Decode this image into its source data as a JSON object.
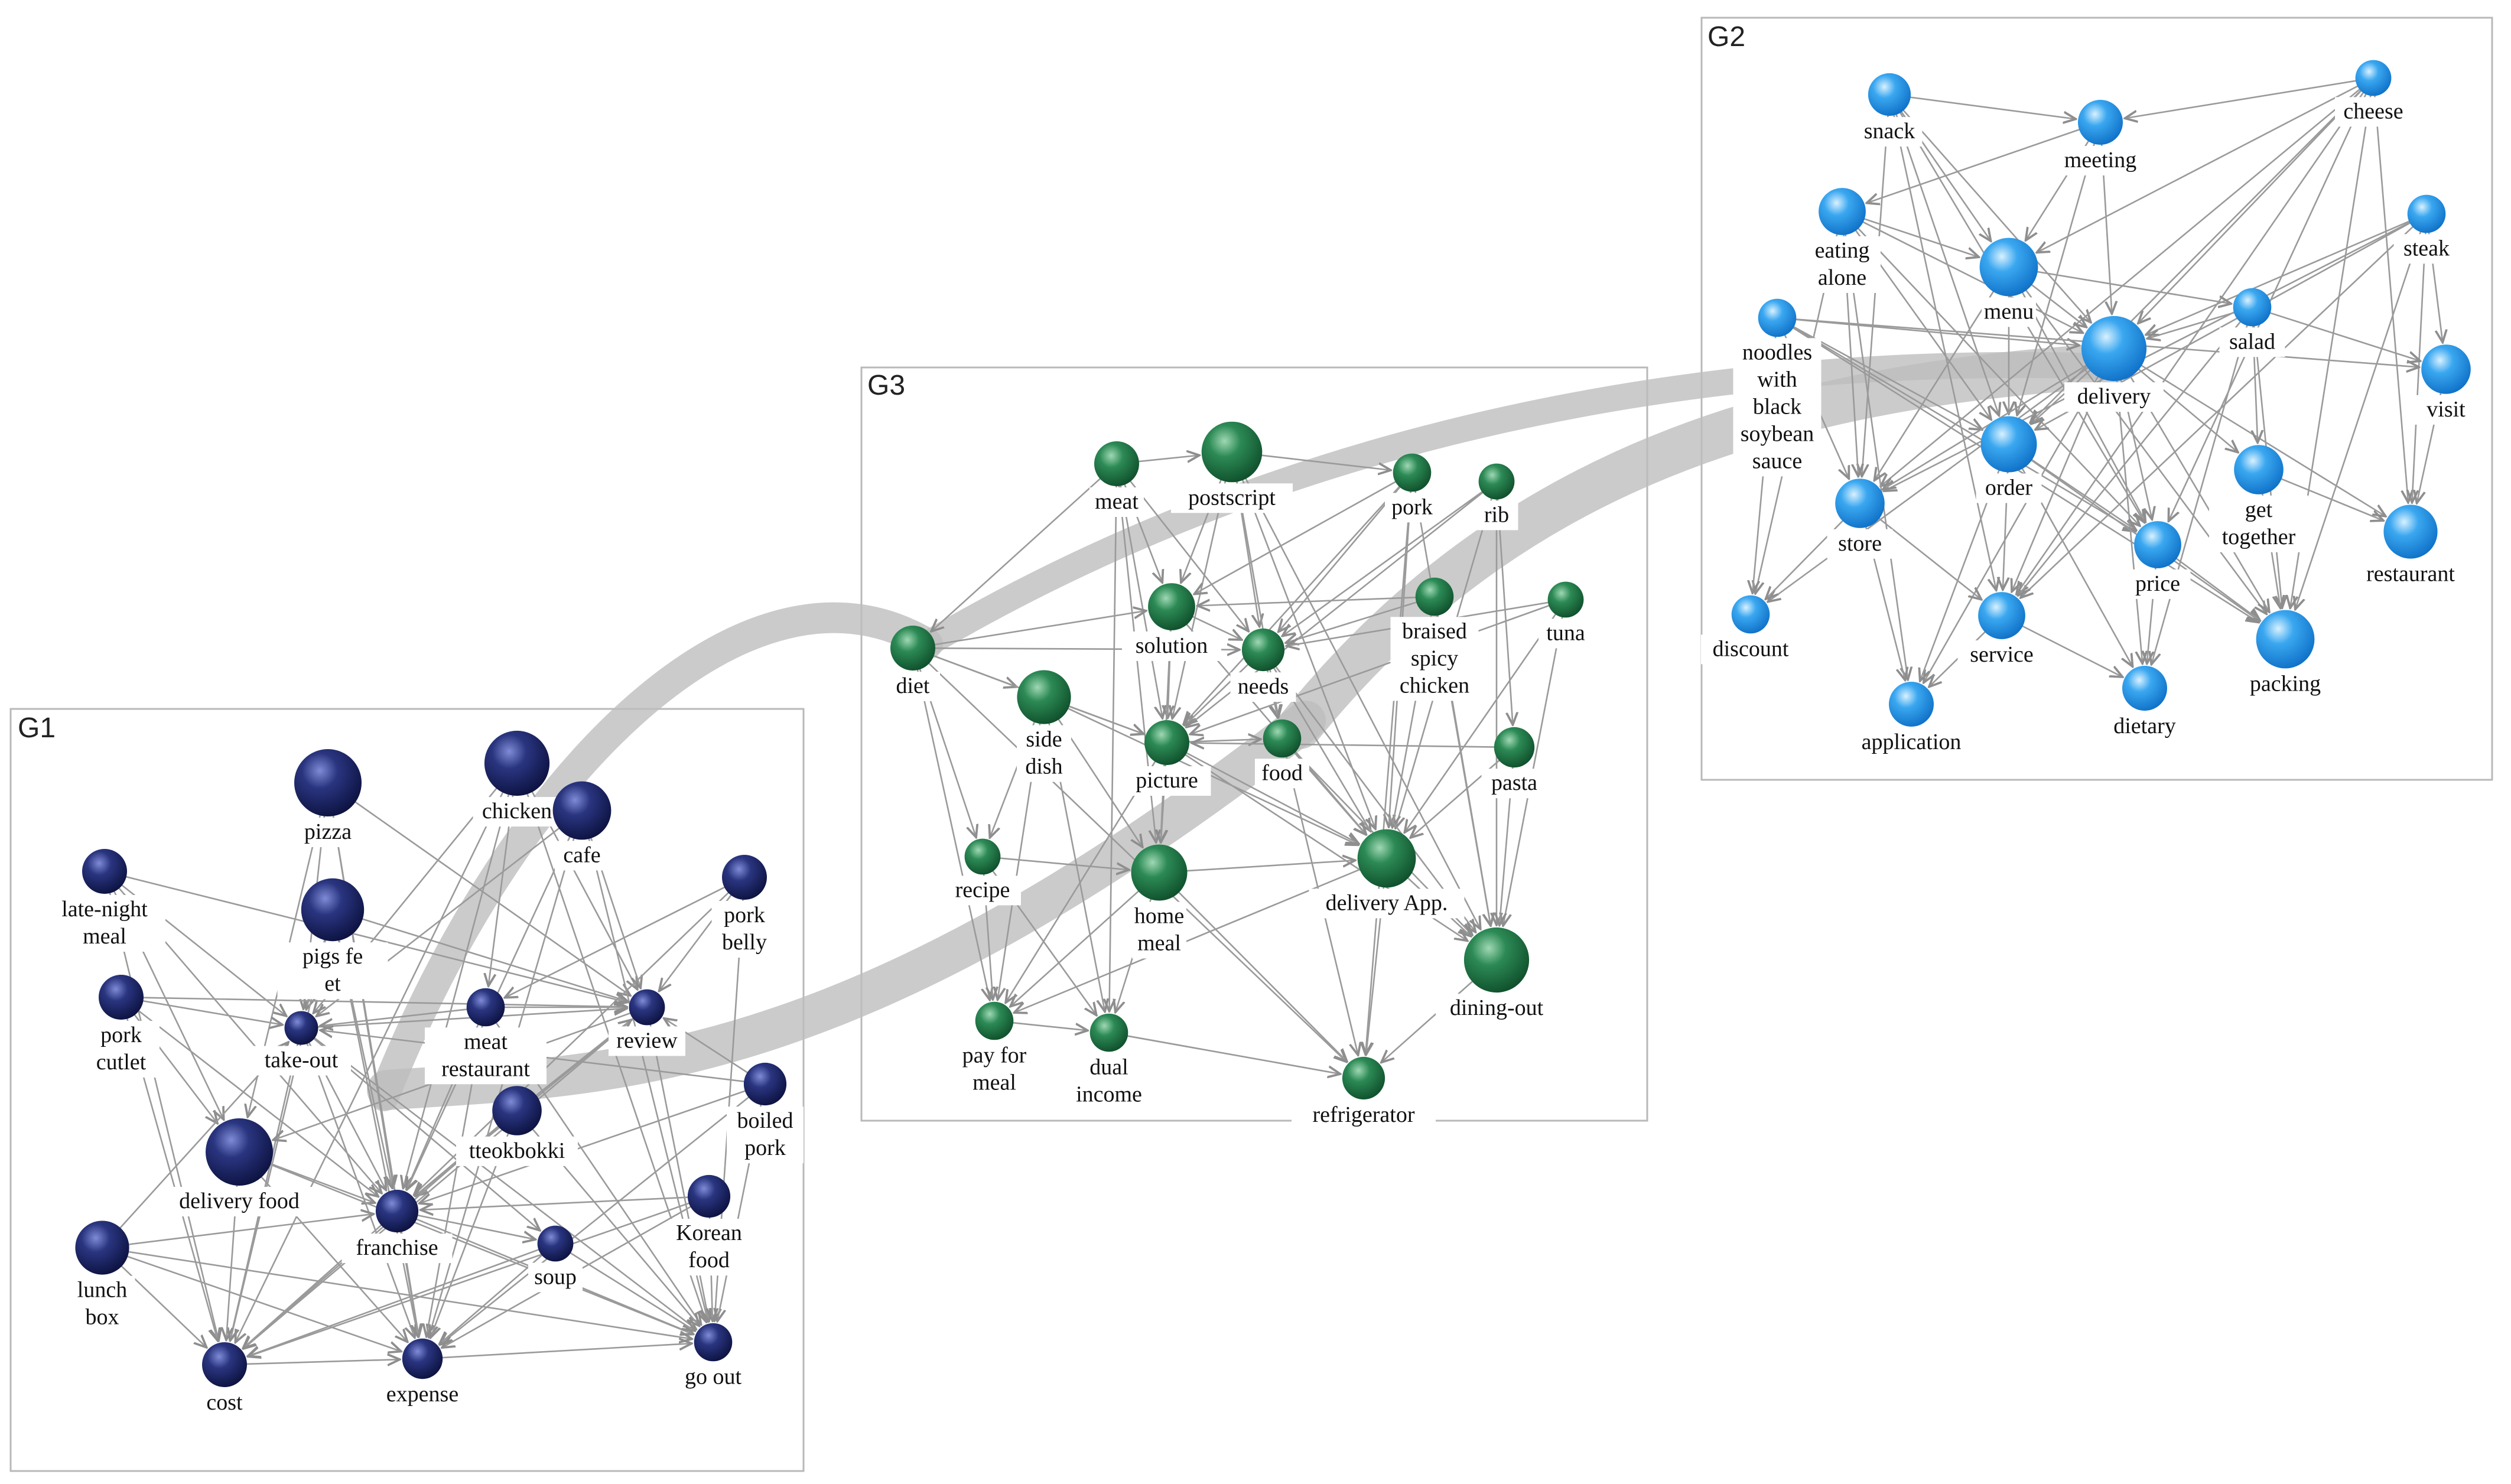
{
  "colors": {
    "G1": "#1f2a6b",
    "G2": "#2a98e6",
    "G3": "#1f7a47",
    "edge": "#9a9a9a",
    "band": "#bdbdbd"
  },
  "groups": [
    {
      "id": "G1",
      "label": "G1",
      "nodes": [
        {
          "id": "late-night meal",
          "lines": [
            "late-night",
            "meal"
          ],
          "size": 1.0
        },
        {
          "id": "pizza",
          "lines": [
            "pizza"
          ],
          "size": 1.5
        },
        {
          "id": "chicken",
          "lines": [
            "chicken"
          ],
          "size": 1.45
        },
        {
          "id": "cafe",
          "lines": [
            "cafe"
          ],
          "size": 1.3
        },
        {
          "id": "pork belly",
          "lines": [
            "pork",
            "belly"
          ],
          "size": 1.0
        },
        {
          "id": "pigs feet",
          "lines": [
            "pigs   fe",
            "et"
          ],
          "size": 1.4
        },
        {
          "id": "pork cutlet",
          "lines": [
            "pork",
            "cutlet"
          ],
          "size": 1.0
        },
        {
          "id": "take-out",
          "lines": [
            "take-out"
          ],
          "size": 0.75
        },
        {
          "id": "meat restaurant",
          "lines": [
            "meat",
            "restaurant"
          ],
          "size": 0.85
        },
        {
          "id": "review",
          "lines": [
            "review"
          ],
          "size": 0.8
        },
        {
          "id": "boiled pork",
          "lines": [
            "boiled",
            "pork"
          ],
          "size": 0.95
        },
        {
          "id": "tteokbokki",
          "lines": [
            "tteokbokki"
          ],
          "size": 1.1
        },
        {
          "id": "delivery food",
          "lines": [
            "delivery food"
          ],
          "size": 1.5
        },
        {
          "id": "franchise",
          "lines": [
            "franchise"
          ],
          "size": 0.95
        },
        {
          "id": "Korean food",
          "lines": [
            "Korean",
            "food"
          ],
          "size": 0.95
        },
        {
          "id": "lunch box",
          "lines": [
            "lunch",
            "box"
          ],
          "size": 1.2
        },
        {
          "id": "soup",
          "lines": [
            "soup"
          ],
          "size": 0.8
        },
        {
          "id": "cost",
          "lines": [
            "cost"
          ],
          "size": 1.0
        },
        {
          "id": "expense",
          "lines": [
            "expense"
          ],
          "size": 0.9
        },
        {
          "id": "go out",
          "lines": [
            "go out"
          ],
          "size": 0.85
        }
      ]
    },
    {
      "id": "G2",
      "label": "G2",
      "nodes": [
        {
          "id": "snack",
          "lines": [
            "snack"
          ],
          "size": 0.95
        },
        {
          "id": "meeting",
          "lines": [
            "meeting"
          ],
          "size": 1.0
        },
        {
          "id": "cheese",
          "lines": [
            "cheese"
          ],
          "size": 0.8
        },
        {
          "id": "eating alone",
          "lines": [
            "eating",
            "alone"
          ],
          "size": 1.05
        },
        {
          "id": "steak",
          "lines": [
            "steak"
          ],
          "size": 0.85
        },
        {
          "id": "menu",
          "lines": [
            "menu"
          ],
          "size": 1.3
        },
        {
          "id": "noodles with black soybean sauce",
          "lines": [
            "noodles",
            "with",
            "black",
            "soybean",
            "sauce"
          ],
          "size": 0.85
        },
        {
          "id": "delivery",
          "lines": [
            "delivery"
          ],
          "size": 1.45
        },
        {
          "id": "salad",
          "lines": [
            "salad"
          ],
          "size": 0.85
        },
        {
          "id": "visit",
          "lines": [
            "visit"
          ],
          "size": 1.1
        },
        {
          "id": "order",
          "lines": [
            "order"
          ],
          "size": 1.25
        },
        {
          "id": "get together",
          "lines": [
            "get",
            "together"
          ],
          "size": 1.1
        },
        {
          "id": "store",
          "lines": [
            "store"
          ],
          "size": 1.1
        },
        {
          "id": "restaurant",
          "lines": [
            "restaurant"
          ],
          "size": 1.2
        },
        {
          "id": "price",
          "lines": [
            "price"
          ],
          "size": 1.05
        },
        {
          "id": "discount",
          "lines": [
            "discount"
          ],
          "size": 0.85
        },
        {
          "id": "service",
          "lines": [
            "service"
          ],
          "size": 1.05
        },
        {
          "id": "packing",
          "lines": [
            "packing"
          ],
          "size": 1.3
        },
        {
          "id": "application",
          "lines": [
            "application"
          ],
          "size": 1.0
        },
        {
          "id": "dietary",
          "lines": [
            "dietary"
          ],
          "size": 1.0
        }
      ]
    },
    {
      "id": "G3",
      "label": "G3",
      "nodes": [
        {
          "id": "meat",
          "lines": [
            "meat"
          ],
          "size": 1.0
        },
        {
          "id": "postscript",
          "lines": [
            "postscript"
          ],
          "size": 1.35
        },
        {
          "id": "pork",
          "lines": [
            "pork"
          ],
          "size": 0.85
        },
        {
          "id": "rib",
          "lines": [
            "rib"
          ],
          "size": 0.8
        },
        {
          "id": "braised spicy chicken",
          "lines": [
            "braised",
            "spicy",
            "chicken"
          ],
          "size": 0.85
        },
        {
          "id": "tuna",
          "lines": [
            "tuna"
          ],
          "size": 0.8
        },
        {
          "id": "solution",
          "lines": [
            "solution"
          ],
          "size": 1.05
        },
        {
          "id": "needs",
          "lines": [
            "needs"
          ],
          "size": 0.95
        },
        {
          "id": "diet",
          "lines": [
            "diet"
          ],
          "size": 1.0
        },
        {
          "id": "side dish",
          "lines": [
            "side",
            "dish"
          ],
          "size": 1.2
        },
        {
          "id": "picture",
          "lines": [
            "picture"
          ],
          "size": 1.0
        },
        {
          "id": "food",
          "lines": [
            "food"
          ],
          "size": 0.85
        },
        {
          "id": "pasta",
          "lines": [
            "pasta"
          ],
          "size": 0.9
        },
        {
          "id": "recipe",
          "lines": [
            "recipe"
          ],
          "size": 0.8
        },
        {
          "id": "home meal",
          "lines": [
            "home",
            "meal"
          ],
          "size": 1.25
        },
        {
          "id": "delivery App.",
          "lines": [
            "delivery App."
          ],
          "size": 1.3
        },
        {
          "id": "dining-out",
          "lines": [
            "dining-out"
          ],
          "size": 1.45
        },
        {
          "id": "pay for meal",
          "lines": [
            "pay for",
            "meal"
          ],
          "size": 0.85
        },
        {
          "id": "dual income",
          "lines": [
            "dual",
            "income"
          ],
          "size": 0.85
        },
        {
          "id": "refrigerator",
          "lines": [
            "refrigerator"
          ],
          "size": 0.95
        }
      ]
    }
  ],
  "edges": [
    [
      "late-night meal",
      "take-out"
    ],
    [
      "late-night meal",
      "review"
    ],
    [
      "late-night meal",
      "franchise"
    ],
    [
      "late-night meal",
      "cost"
    ],
    [
      "late-night meal",
      "delivery food"
    ],
    [
      "pizza",
      "take-out"
    ],
    [
      "pizza",
      "franchise"
    ],
    [
      "pizza",
      "review"
    ],
    [
      "pizza",
      "expense"
    ],
    [
      "pizza",
      "delivery food"
    ],
    [
      "chicken",
      "take-out"
    ],
    [
      "chicken",
      "franchise"
    ],
    [
      "chicken",
      "review"
    ],
    [
      "chicken",
      "meat restaurant"
    ],
    [
      "chicken",
      "go out"
    ],
    [
      "chicken",
      "cost"
    ],
    [
      "cafe",
      "review"
    ],
    [
      "cafe",
      "franchise"
    ],
    [
      "cafe",
      "take-out"
    ],
    [
      "cafe",
      "go out"
    ],
    [
      "cafe",
      "expense"
    ],
    [
      "pork belly",
      "meat restaurant"
    ],
    [
      "pork belly",
      "review"
    ],
    [
      "pork belly",
      "go out"
    ],
    [
      "pork belly",
      "franchise"
    ],
    [
      "pigs feet",
      "take-out"
    ],
    [
      "pigs feet",
      "franchise"
    ],
    [
      "pigs feet",
      "review"
    ],
    [
      "pigs feet",
      "cost"
    ],
    [
      "pigs feet",
      "expense"
    ],
    [
      "pork cutlet",
      "take-out"
    ],
    [
      "pork cutlet",
      "franchise"
    ],
    [
      "pork cutlet",
      "review"
    ],
    [
      "pork cutlet",
      "cost"
    ],
    [
      "pork cutlet",
      "delivery food"
    ],
    [
      "take-out",
      "review"
    ],
    [
      "take-out",
      "franchise"
    ],
    [
      "take-out",
      "cost"
    ],
    [
      "take-out",
      "expense"
    ],
    [
      "take-out",
      "go out"
    ],
    [
      "take-out",
      "soup"
    ],
    [
      "meat restaurant",
      "review"
    ],
    [
      "meat restaurant",
      "franchise"
    ],
    [
      "meat restaurant",
      "go out"
    ],
    [
      "meat restaurant",
      "expense"
    ],
    [
      "meat restaurant",
      "take-out"
    ],
    [
      "review",
      "franchise"
    ],
    [
      "review",
      "go out"
    ],
    [
      "review",
      "cost"
    ],
    [
      "review",
      "delivery food"
    ],
    [
      "boiled pork",
      "franchise"
    ],
    [
      "boiled pork",
      "go out"
    ],
    [
      "boiled pork",
      "review"
    ],
    [
      "boiled pork",
      "take-out"
    ],
    [
      "boiled pork",
      "expense"
    ],
    [
      "tteokbokki",
      "franchise"
    ],
    [
      "tteokbokki",
      "go out"
    ],
    [
      "tteokbokki",
      "review"
    ],
    [
      "tteokbokki",
      "expense"
    ],
    [
      "tteokbokki",
      "cost"
    ],
    [
      "delivery food",
      "franchise"
    ],
    [
      "delivery food",
      "cost"
    ],
    [
      "delivery food",
      "expense"
    ],
    [
      "delivery food",
      "go out"
    ],
    [
      "franchise",
      "cost"
    ],
    [
      "franchise",
      "expense"
    ],
    [
      "franchise",
      "go out"
    ],
    [
      "franchise",
      "soup"
    ],
    [
      "Korean food",
      "go out"
    ],
    [
      "Korean food",
      "franchise"
    ],
    [
      "Korean food",
      "cost"
    ],
    [
      "Korean food",
      "expense"
    ],
    [
      "lunch box",
      "cost"
    ],
    [
      "lunch box",
      "franchise"
    ],
    [
      "lunch box",
      "go out"
    ],
    [
      "lunch box",
      "expense"
    ],
    [
      "lunch box",
      "take-out"
    ],
    [
      "soup",
      "go out"
    ],
    [
      "soup",
      "cost"
    ],
    [
      "soup",
      "expense"
    ],
    [
      "cost",
      "expense"
    ],
    [
      "expense",
      "go out"
    ],
    [
      "snack",
      "delivery"
    ],
    [
      "snack",
      "menu"
    ],
    [
      "snack",
      "order"
    ],
    [
      "snack",
      "store"
    ],
    [
      "snack",
      "price"
    ],
    [
      "snack",
      "meeting"
    ],
    [
      "snack",
      "service"
    ],
    [
      "meeting",
      "delivery"
    ],
    [
      "meeting",
      "menu"
    ],
    [
      "meeting",
      "order"
    ],
    [
      "meeting",
      "eating alone"
    ],
    [
      "cheese",
      "meeting"
    ],
    [
      "cheese",
      "delivery"
    ],
    [
      "cheese",
      "menu"
    ],
    [
      "cheese",
      "order"
    ],
    [
      "cheese",
      "store"
    ],
    [
      "cheese",
      "service"
    ],
    [
      "cheese",
      "price"
    ],
    [
      "cheese",
      "restaurant"
    ],
    [
      "cheese",
      "packing"
    ],
    [
      "eating alone",
      "delivery"
    ],
    [
      "eating alone",
      "menu"
    ],
    [
      "eating alone",
      "order"
    ],
    [
      "eating alone",
      "store"
    ],
    [
      "eating alone",
      "discount"
    ],
    [
      "eating alone",
      "application"
    ],
    [
      "eating alone",
      "price"
    ],
    [
      "steak",
      "delivery"
    ],
    [
      "steak",
      "visit"
    ],
    [
      "steak",
      "packing"
    ],
    [
      "steak",
      "restaurant"
    ],
    [
      "steak",
      "store"
    ],
    [
      "steak",
      "service"
    ],
    [
      "steak",
      "order"
    ],
    [
      "menu",
      "delivery"
    ],
    [
      "menu",
      "order"
    ],
    [
      "menu",
      "price"
    ],
    [
      "menu",
      "packing"
    ],
    [
      "menu",
      "salad"
    ],
    [
      "menu",
      "store"
    ],
    [
      "noodles with black soybean sauce",
      "delivery"
    ],
    [
      "noodles with black soybean sauce",
      "order"
    ],
    [
      "noodles with black soybean sauce",
      "store"
    ],
    [
      "noodles with black soybean sauce",
      "discount"
    ],
    [
      "noodles with black soybean sauce",
      "visit"
    ],
    [
      "noodles with black soybean sauce",
      "price"
    ],
    [
      "noodles with black soybean sauce",
      "packing"
    ],
    [
      "delivery",
      "order"
    ],
    [
      "delivery",
      "price"
    ],
    [
      "delivery",
      "service"
    ],
    [
      "delivery",
      "packing"
    ],
    [
      "delivery",
      "application"
    ],
    [
      "delivery",
      "dietary"
    ],
    [
      "delivery",
      "store"
    ],
    [
      "delivery",
      "discount"
    ],
    [
      "delivery",
      "get together"
    ],
    [
      "delivery",
      "restaurant"
    ],
    [
      "salad",
      "delivery"
    ],
    [
      "salad",
      "visit"
    ],
    [
      "salad",
      "dietary"
    ],
    [
      "salad",
      "packing"
    ],
    [
      "salad",
      "service"
    ],
    [
      "salad",
      "get together"
    ],
    [
      "order",
      "price"
    ],
    [
      "order",
      "service"
    ],
    [
      "order",
      "packing"
    ],
    [
      "order",
      "application"
    ],
    [
      "order",
      "dietary"
    ],
    [
      "get together",
      "restaurant"
    ],
    [
      "get together",
      "packing"
    ],
    [
      "store",
      "application"
    ],
    [
      "store",
      "discount"
    ],
    [
      "store",
      "service"
    ],
    [
      "price",
      "packing"
    ],
    [
      "price",
      "dietary"
    ],
    [
      "service",
      "application"
    ],
    [
      "service",
      "dietary"
    ],
    [
      "visit",
      "restaurant"
    ],
    [
      "meat",
      "postscript"
    ],
    [
      "meat",
      "solution"
    ],
    [
      "meat",
      "needs"
    ],
    [
      "meat",
      "diet"
    ],
    [
      "meat",
      "picture"
    ],
    [
      "meat",
      "home meal"
    ],
    [
      "meat",
      "dual income"
    ],
    [
      "postscript",
      "solution"
    ],
    [
      "postscript",
      "needs"
    ],
    [
      "postscript",
      "picture"
    ],
    [
      "postscript",
      "food"
    ],
    [
      "postscript",
      "delivery App."
    ],
    [
      "postscript",
      "dining-out"
    ],
    [
      "postscript",
      "pork"
    ],
    [
      "pork",
      "needs"
    ],
    [
      "pork",
      "picture"
    ],
    [
      "pork",
      "delivery App."
    ],
    [
      "pork",
      "dining-out"
    ],
    [
      "pork",
      "refrigerator"
    ],
    [
      "pork",
      "solution"
    ],
    [
      "rib",
      "needs"
    ],
    [
      "rib",
      "delivery App."
    ],
    [
      "rib",
      "dining-out"
    ],
    [
      "rib",
      "picture"
    ],
    [
      "rib",
      "pasta"
    ],
    [
      "braised spicy chicken",
      "needs"
    ],
    [
      "braised spicy chicken",
      "delivery App."
    ],
    [
      "braised spicy chicken",
      "dining-out"
    ],
    [
      "braised spicy chicken",
      "solution"
    ],
    [
      "tuna",
      "needs"
    ],
    [
      "tuna",
      "delivery App."
    ],
    [
      "tuna",
      "dining-out"
    ],
    [
      "tuna",
      "picture"
    ],
    [
      "solution",
      "needs"
    ],
    [
      "solution",
      "picture"
    ],
    [
      "solution",
      "delivery App."
    ],
    [
      "solution",
      "home meal"
    ],
    [
      "needs",
      "picture"
    ],
    [
      "needs",
      "food"
    ],
    [
      "needs",
      "delivery App."
    ],
    [
      "needs",
      "dining-out"
    ],
    [
      "diet",
      "side dish"
    ],
    [
      "diet",
      "picture"
    ],
    [
      "diet",
      "recipe"
    ],
    [
      "diet",
      "pay for meal"
    ],
    [
      "diet",
      "needs"
    ],
    [
      "diet",
      "solution"
    ],
    [
      "diet",
      "refrigerator"
    ],
    [
      "side dish",
      "picture"
    ],
    [
      "side dish",
      "recipe"
    ],
    [
      "side dish",
      "pay for meal"
    ],
    [
      "side dish",
      "dual income"
    ],
    [
      "side dish",
      "delivery App."
    ],
    [
      "side dish",
      "home meal"
    ],
    [
      "picture",
      "food"
    ],
    [
      "picture",
      "delivery App."
    ],
    [
      "picture",
      "home meal"
    ],
    [
      "picture",
      "pay for meal"
    ],
    [
      "picture",
      "dining-out"
    ],
    [
      "food",
      "delivery App."
    ],
    [
      "food",
      "dining-out"
    ],
    [
      "food",
      "refrigerator"
    ],
    [
      "pasta",
      "delivery App."
    ],
    [
      "pasta",
      "dining-out"
    ],
    [
      "pasta",
      "picture"
    ],
    [
      "recipe",
      "pay for meal"
    ],
    [
      "recipe",
      "dual income"
    ],
    [
      "recipe",
      "home meal"
    ],
    [
      "home meal",
      "dual income"
    ],
    [
      "home meal",
      "pay for meal"
    ],
    [
      "home meal",
      "delivery App."
    ],
    [
      "home meal",
      "refrigerator"
    ],
    [
      "delivery App.",
      "dining-out"
    ],
    [
      "delivery App.",
      "refrigerator"
    ],
    [
      "delivery App.",
      "pay for meal"
    ],
    [
      "dining-out",
      "refrigerator"
    ],
    [
      "dual income",
      "refrigerator"
    ],
    [
      "pay for meal",
      "dual income"
    ]
  ]
}
